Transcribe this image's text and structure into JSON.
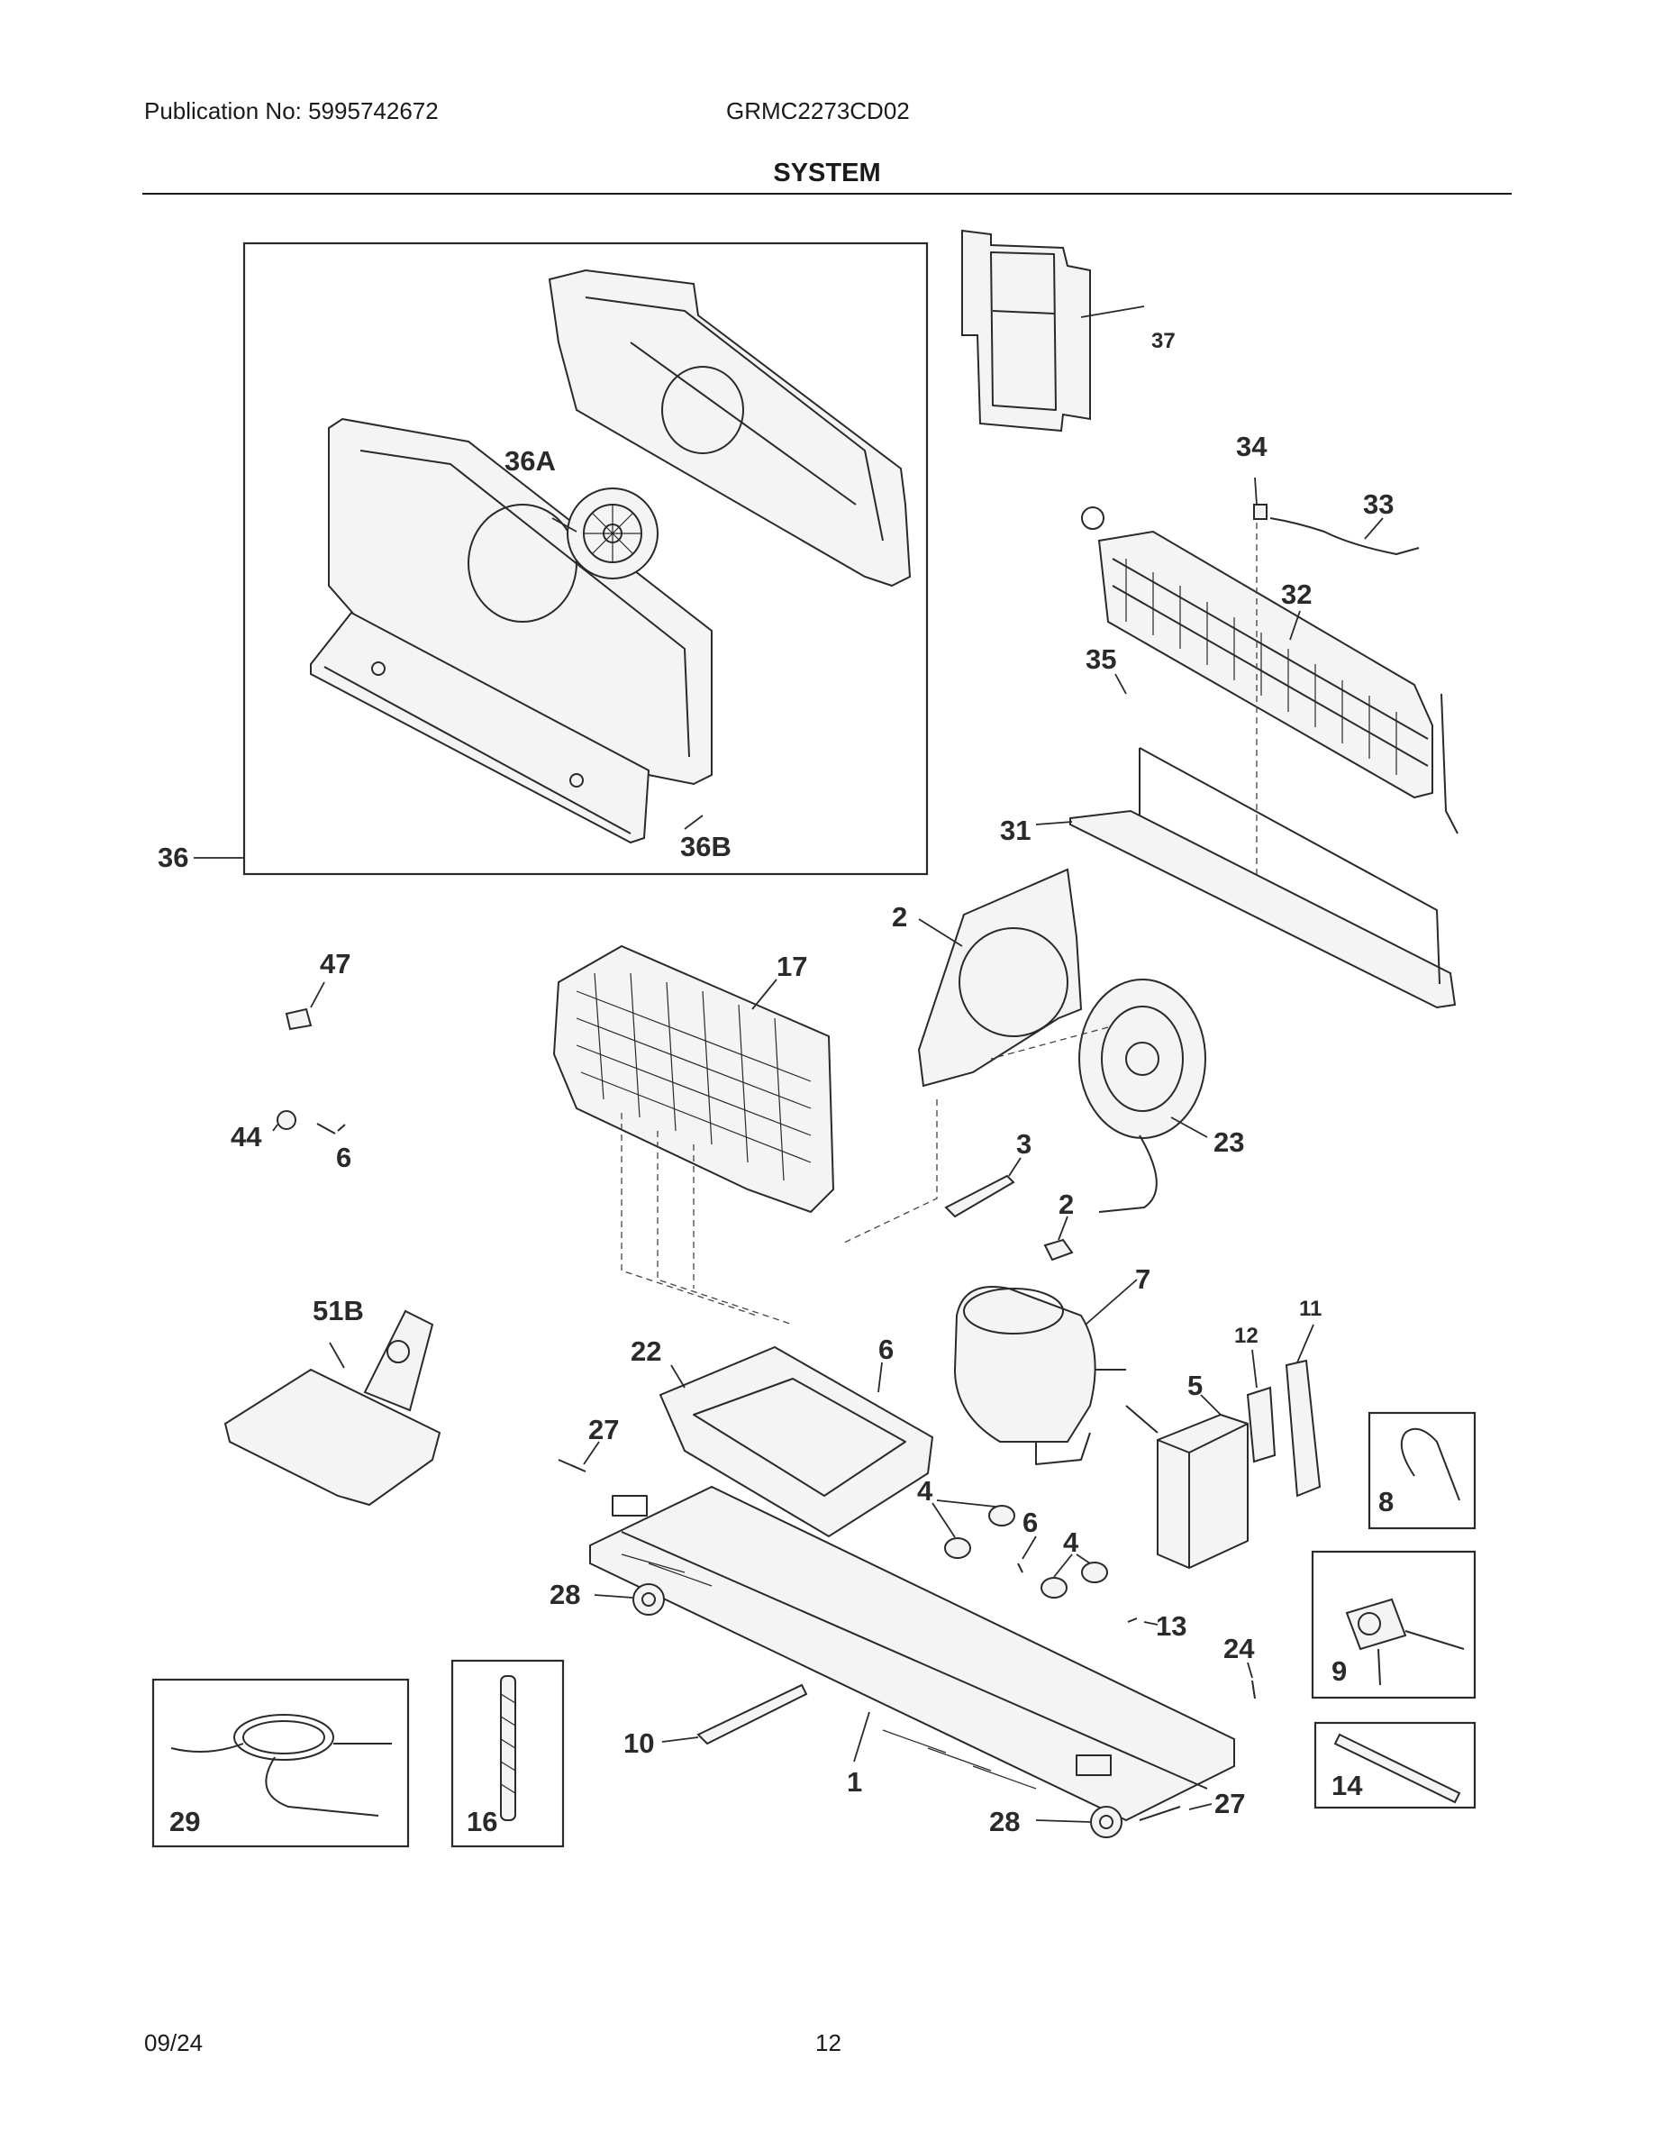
{
  "header": {
    "publication": "Publication No: 5995742672",
    "model": "GRMC2273CD02",
    "title": "SYSTEM"
  },
  "footer": {
    "date": "09/24",
    "page": "12"
  },
  "callouts": [
    {
      "id": "c37",
      "text": "37"
    },
    {
      "id": "c34",
      "text": "34"
    },
    {
      "id": "c33",
      "text": "33"
    },
    {
      "id": "c36A",
      "text": "36A"
    },
    {
      "id": "c32",
      "text": "32"
    },
    {
      "id": "c35",
      "text": "35"
    },
    {
      "id": "c31",
      "text": "31"
    },
    {
      "id": "c36",
      "text": "36"
    },
    {
      "id": "c36B",
      "text": "36B"
    },
    {
      "id": "c2a",
      "text": "2"
    },
    {
      "id": "c47",
      "text": "47"
    },
    {
      "id": "c17",
      "text": "17"
    },
    {
      "id": "c44",
      "text": "44"
    },
    {
      "id": "c6a",
      "text": "6"
    },
    {
      "id": "c23",
      "text": "23"
    },
    {
      "id": "c3",
      "text": "3"
    },
    {
      "id": "c2b",
      "text": "2"
    },
    {
      "id": "c7",
      "text": "7"
    },
    {
      "id": "c51B",
      "text": "51B"
    },
    {
      "id": "c11",
      "text": "11"
    },
    {
      "id": "c12",
      "text": "12"
    },
    {
      "id": "c22",
      "text": "22"
    },
    {
      "id": "c6b",
      "text": "6"
    },
    {
      "id": "c5",
      "text": "5"
    },
    {
      "id": "c27a",
      "text": "27"
    },
    {
      "id": "c8",
      "text": "8"
    },
    {
      "id": "c4a",
      "text": "4"
    },
    {
      "id": "c6c",
      "text": "6"
    },
    {
      "id": "c4b",
      "text": "4"
    },
    {
      "id": "c28a",
      "text": "28"
    },
    {
      "id": "c13",
      "text": "13"
    },
    {
      "id": "c24",
      "text": "24"
    },
    {
      "id": "c9",
      "text": "9"
    },
    {
      "id": "c10",
      "text": "10"
    },
    {
      "id": "c1",
      "text": "1"
    },
    {
      "id": "c27b",
      "text": "27"
    },
    {
      "id": "c14",
      "text": "14"
    },
    {
      "id": "c29",
      "text": "29"
    },
    {
      "id": "c16",
      "text": "16"
    },
    {
      "id": "c28b",
      "text": "28"
    }
  ]
}
